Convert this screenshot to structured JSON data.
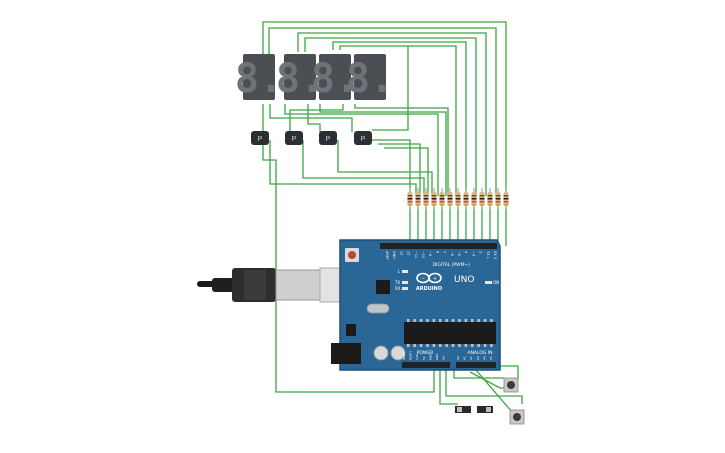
{
  "board": {
    "brand": "ARDUINO",
    "model": "UNO",
    "digital_header_label": "DIGITAL (PWM~)",
    "power_label": "POWER",
    "analog_label": "ANALOG IN",
    "tx_label": "TX",
    "rx_label": "RX",
    "l_label": "L",
    "on_label": "ON",
    "pin_labels": [
      "AREF",
      "GND",
      "13",
      "12",
      "~11",
      "~10",
      "~9",
      "8",
      "7",
      "~6",
      "~5",
      "4",
      "~3",
      "2",
      "TX 1",
      "RX 0"
    ],
    "power_pins": [
      "IOREF",
      "RESET",
      "3.3V",
      "5V",
      "GND",
      "GND",
      "Vin"
    ],
    "analog_pins": [
      "A0",
      "A1",
      "A2",
      "A3",
      "A4",
      "A5"
    ]
  },
  "digits": [
    "8.",
    "8.",
    "8.",
    "8."
  ],
  "transistor_label": "P",
  "colors": {
    "wire": "#3aa640",
    "board": "#2a6796",
    "board_edge": "#1d4f78",
    "display": "#4b4f54",
    "segment_off": "#6e7378",
    "resistor_body": "#d8b88a"
  }
}
